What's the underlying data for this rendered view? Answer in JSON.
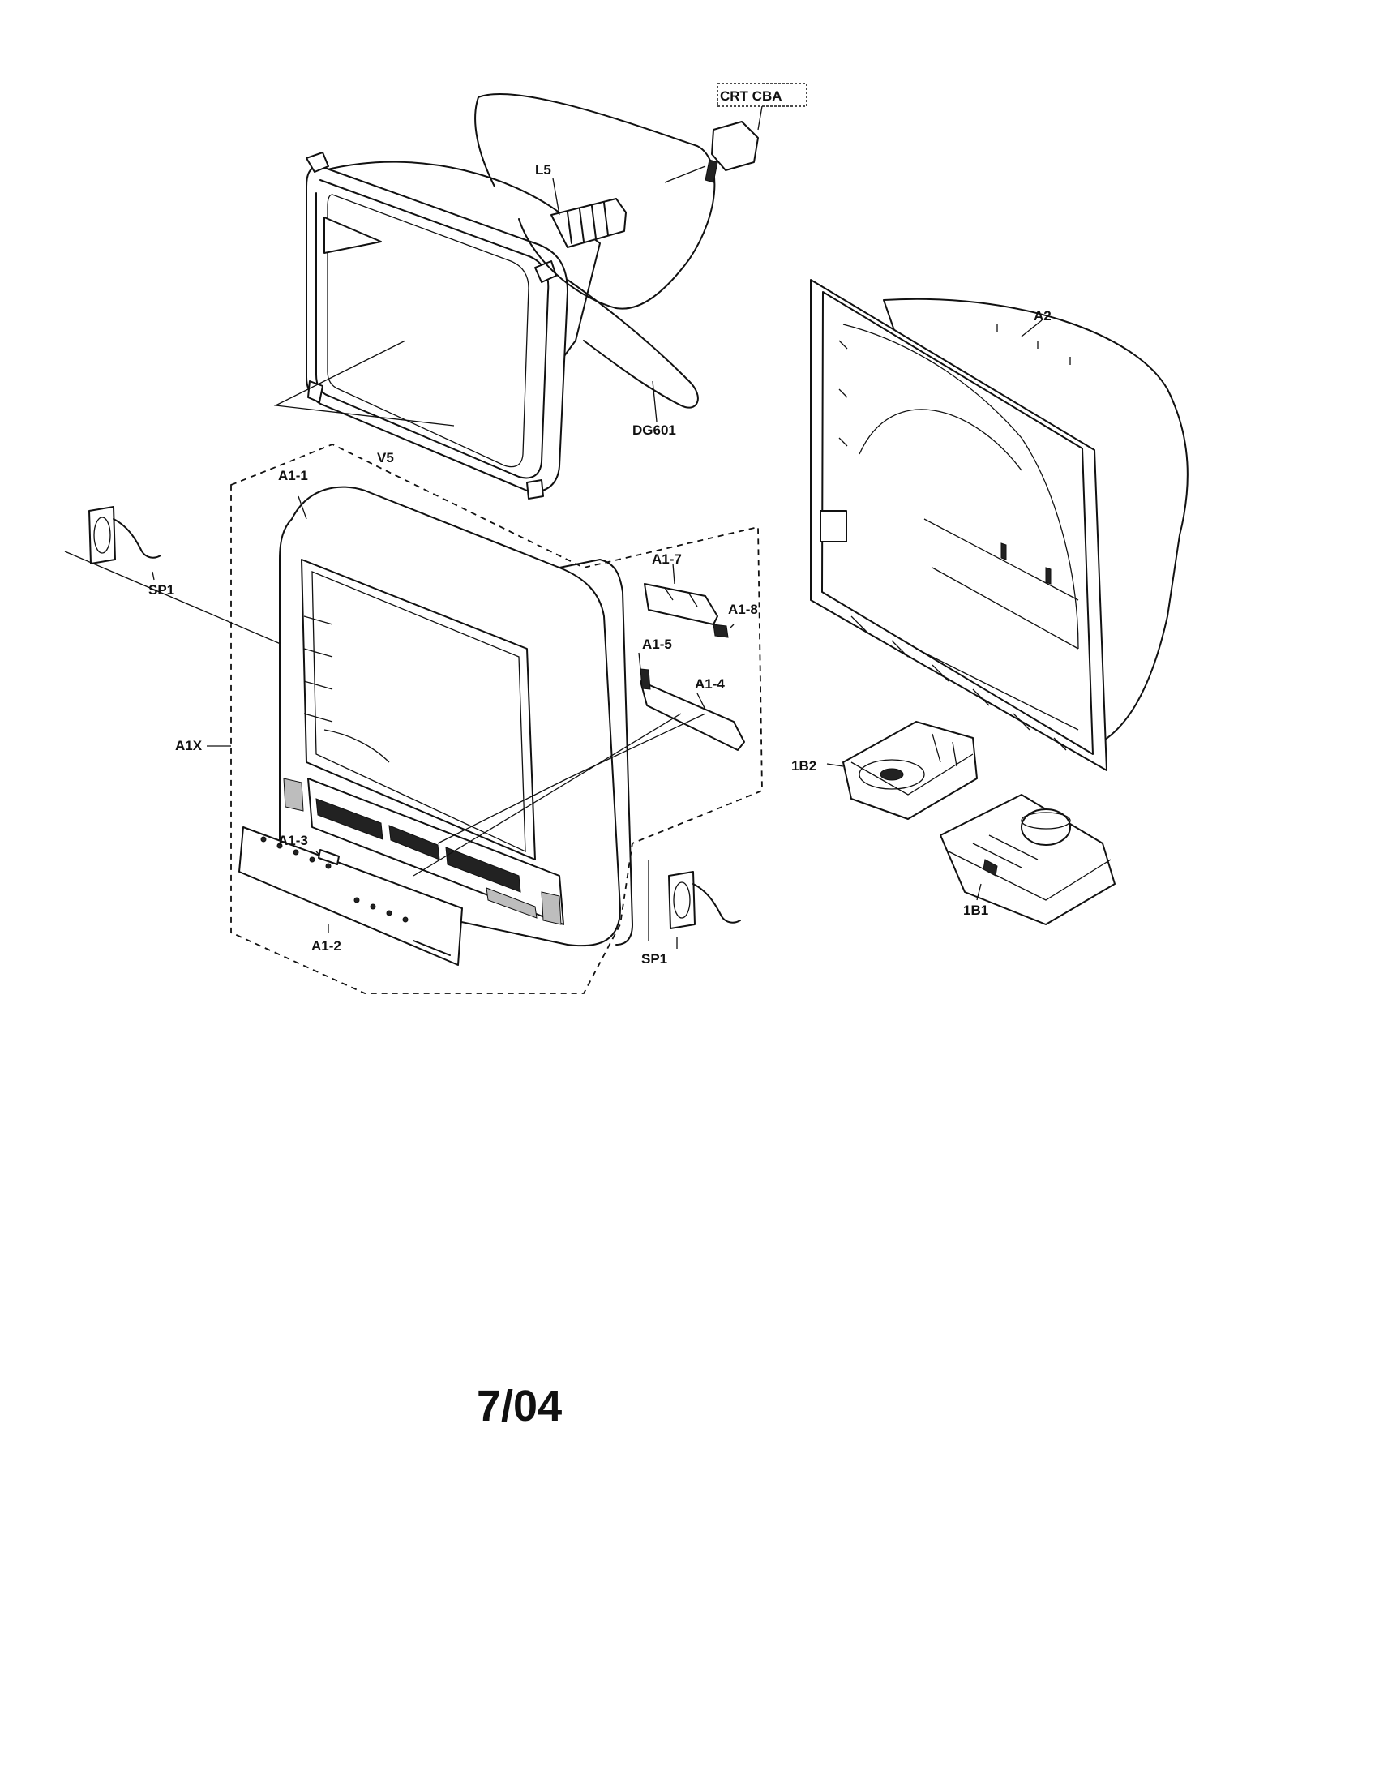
{
  "diagram": {
    "labels": {
      "crt_cba": "CRT CBA",
      "l5": "L5",
      "dg601": "DG601",
      "v5": "V5",
      "a2": "A2",
      "a1_1": "A1-1",
      "sp1_left": "SP1",
      "a1_7": "A1-7",
      "a1_8": "A1-8",
      "a1_5": "A1-5",
      "a1_4": "A1-4",
      "a1x": "A1X",
      "a1_3": "A1-3",
      "a1_2": "A1-2",
      "sp1_right": "SP1",
      "b2": "1B2",
      "b1": "1B1"
    },
    "date": "7/04"
  }
}
